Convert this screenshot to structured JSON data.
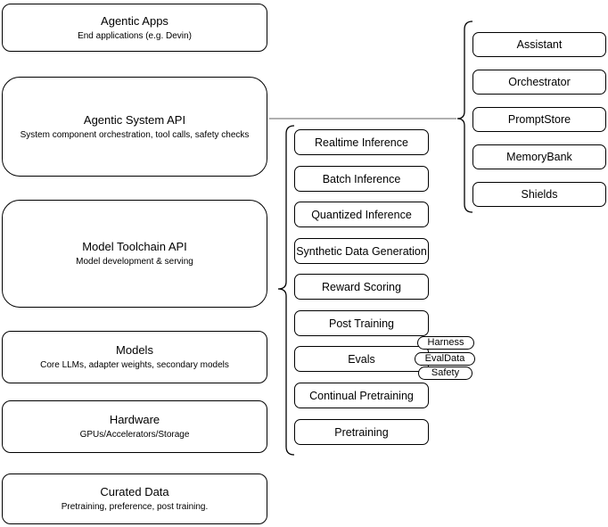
{
  "left_layers": [
    {
      "title": "Agentic Apps",
      "subtitle": "End applications (e.g. Devin)"
    },
    {
      "title": "Agentic System API",
      "subtitle": "System component orchestration, tool calls, safety checks"
    },
    {
      "title": "Model Toolchain API",
      "subtitle": "Model development & serving"
    },
    {
      "title": "Models",
      "subtitle": "Core LLMs, adapter weights, secondary models"
    },
    {
      "title": "Hardware",
      "subtitle": "GPUs/Accelerators/Storage"
    },
    {
      "title": "Curated Data",
      "subtitle": "Pretraining, preference, post training."
    }
  ],
  "toolchain_services": [
    "Realtime Inference",
    "Batch Inference",
    "Quantized Inference",
    "Synthetic Data Generation",
    "Reward Scoring",
    "Post Training",
    "Evals",
    "Continual Pretraining",
    "Pretraining"
  ],
  "evals_tags": [
    "Harness",
    "EvalData",
    "Safety"
  ],
  "system_components": [
    "Assistant",
    "Orchestrator",
    "PromptStore",
    "MemoryBank",
    "Shields"
  ],
  "colors": {
    "box_stroke": "#000000",
    "connector_line": "#808080",
    "background": "#ffffff",
    "text": "#000000"
  }
}
